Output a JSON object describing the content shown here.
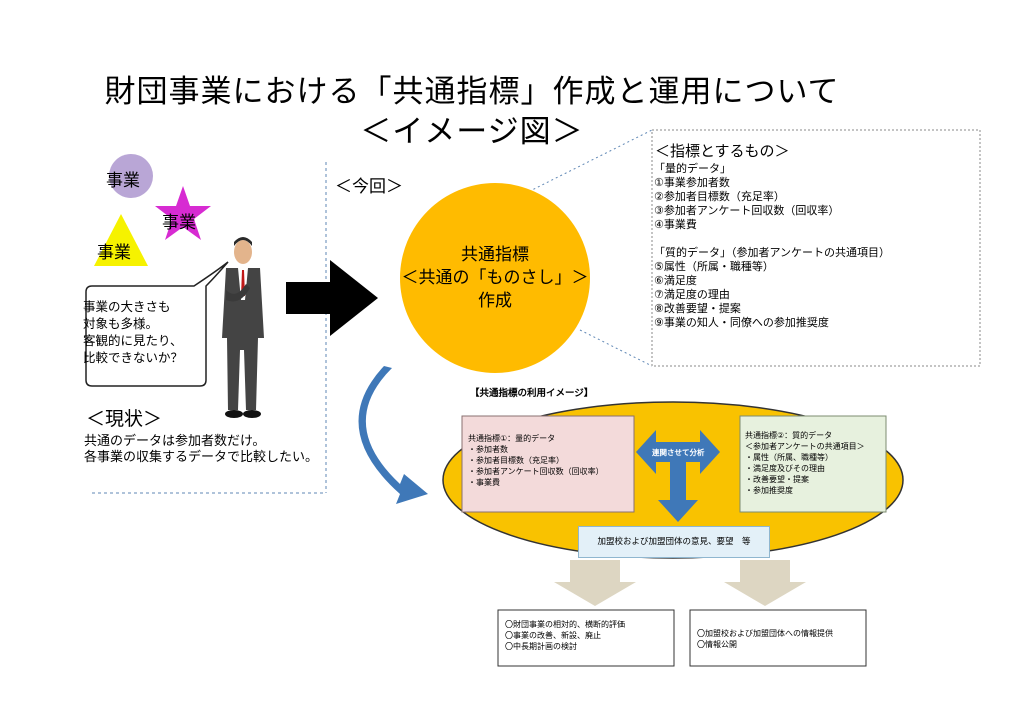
{
  "title": {
    "line1": "財団事業における「共通指標」作成と運用について",
    "line2": "＜イメージ図＞"
  },
  "shapes": {
    "circle_label": "事業",
    "star_label": "事業",
    "triangle_label": "事業"
  },
  "speech": {
    "lines": [
      "事業の大きさも",
      "対象も多様。",
      "客観的に見たり、",
      "比較できないか？"
    ]
  },
  "current_status": {
    "heading": "＜現状＞",
    "lines": [
      "共通のデータは参加者数だけ。",
      "各事業の収集するデータで比較したい。"
    ]
  },
  "this_time": {
    "label": "＜今回＞"
  },
  "central_circle": {
    "lines": [
      "共通指標",
      "＜共通の「ものさし」＞",
      "作成"
    ]
  },
  "indicators": {
    "heading": "＜指標とするもの＞",
    "lines": [
      "「量的データ」",
      "①事業参加者数",
      "②参加者目標数（充足率）",
      "③参加者アンケート回収数（回収率）",
      "④事業費",
      "",
      "「質的データ」（参加者アンケートの共通項目）",
      "⑤属性（所属・職種等）",
      "⑥満足度",
      "⑦満足度の理由",
      "⑧改善要望・提案",
      "⑨事業の知人・同僚への参加推奨度"
    ]
  },
  "usage": {
    "title": "【共通指標の利用イメージ】",
    "box1": [
      "共通指標①：量的データ",
      "・参加者数",
      "・参加者目標数（充足率）",
      "・参加者アンケート回収数（回収率）",
      "・事業費"
    ],
    "box2": [
      "共通指標②：質的データ",
      "＜参加者アンケートの共通項目＞",
      "・属性（所属、職種等）",
      "・満足度及びその理由",
      "・改善要望・提案",
      "・参加推奨度"
    ],
    "analysis_label": "連関させて分析",
    "opinion_label": "加盟校および加盟団体の意見、要望　等",
    "result1": [
      "〇財団事業の相対的、横断的評価",
      "〇事業の改善、新設、廃止",
      "〇中長期計画の検討"
    ],
    "result2": [
      "〇加盟校および加盟団体への情報提供",
      "〇情報公開"
    ]
  },
  "colors": {
    "purple_circle": "#b9a6d6",
    "magenta_star": "#d72bd2",
    "yellow_triangle": "#f6f200",
    "orange_circle": "#ffbb00",
    "ellipse": "#f9c200",
    "box1": "#f3dada",
    "box2": "#e7f1de",
    "blue_arrow": "#3f78b8"
  }
}
